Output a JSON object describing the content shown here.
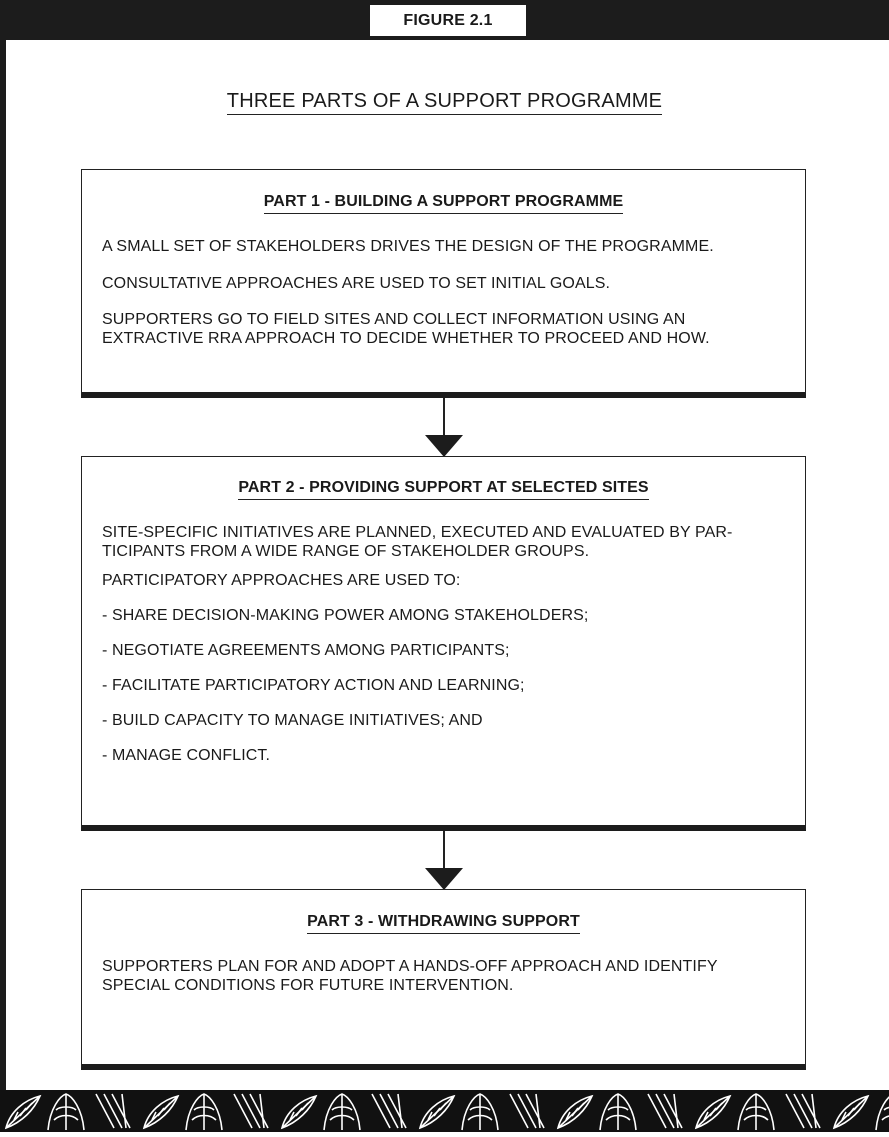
{
  "figure_label": "FIGURE 2.1",
  "title": "THREE PARTS OF A SUPPORT PROGRAMME",
  "part1": {
    "heading": "PART 1 - BUILDING A SUPPORT PROGRAMME",
    "lines": [
      "A SMALL SET OF STAKEHOLDERS DRIVES THE DESIGN OF THE PROGRAMME.",
      "CONSULTATIVE APPROACHES ARE USED TO SET INITIAL GOALS.",
      "SUPPORTERS GO TO FIELD SITES AND COLLECT INFORMATION USING AN EXTRACTIVE RRA APPROACH TO DECIDE WHETHER TO PROCEED AND HOW."
    ]
  },
  "part2": {
    "heading": "PART 2 - PROVIDING SUPPORT AT SELECTED SITES",
    "intro": "SITE-SPECIFIC INITIATIVES ARE PLANNED, EXECUTED AND EVALUATED BY PAR-TICIPANTS FROM A WIDE RANGE OF STAKEHOLDER GROUPS.",
    "lead": "PARTICIPATORY APPROACHES ARE USED TO:",
    "items": [
      "- SHARE DECISION-MAKING POWER AMONG STAKEHOLDERS;",
      "- NEGOTIATE AGREEMENTS AMONG PARTICIPANTS;",
      "- FACILITATE PARTICIPATORY ACTION AND LEARNING;",
      "- BUILD CAPACITY TO MANAGE INITIATIVES; AND",
      "- MANAGE CONFLICT."
    ]
  },
  "part3": {
    "heading": "PART 3 - WITHDRAWING SUPPORT",
    "lines": [
      "SUPPORTERS PLAN FOR AND ADOPT A HANDS-OFF APPROACH AND IDENTIFY SPECIAL CONDITIONS FOR FUTURE INTERVENTION."
    ]
  },
  "colors": {
    "frame": "#1c1c1c",
    "pattern": "#ffffff"
  },
  "icons": {
    "arrow": "arrow-down-icon",
    "pattern": "leaf-pattern"
  }
}
